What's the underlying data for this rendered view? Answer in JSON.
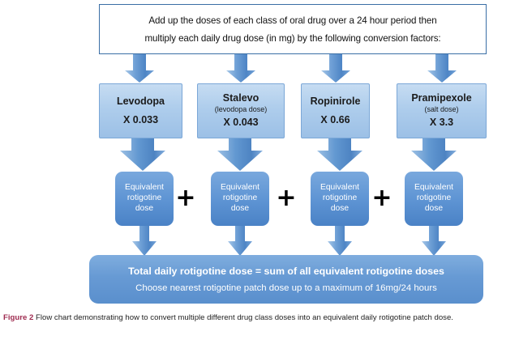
{
  "figure": {
    "top_box": {
      "line1": "Add up the doses of each class of oral drug over a 24 hour period then",
      "line2": "multiply each daily drug dose (in mg) by the following conversion factors:"
    },
    "drugs": [
      {
        "name": "Levodopa",
        "sub": "",
        "factor": "X 0.033"
      },
      {
        "name": "Stalevo",
        "sub": "(levodopa dose)",
        "factor": "X 0.043"
      },
      {
        "name": "Ropinirole",
        "sub": "",
        "factor": "X 0.66"
      },
      {
        "name": "Pramipexole",
        "sub": "(salt dose)",
        "factor": "X 3.3"
      }
    ],
    "equivalent_boxes": [
      {
        "line1": "Equivalent",
        "line2": "rotigotine",
        "line3": "dose"
      },
      {
        "line1": "Equivalent",
        "line2": "rotigotine",
        "line3": "dose"
      },
      {
        "line1": "Equivalent",
        "line2": "rotigotine",
        "line3": "dose"
      },
      {
        "line1": "Equivalent",
        "line2": "rotigotine",
        "line3": "dose"
      }
    ],
    "operators": [
      {
        "symbol": "+"
      },
      {
        "symbol": "+"
      },
      {
        "symbol": "+"
      }
    ],
    "total_box": {
      "line1": "Total daily rotigotine dose = sum of all equivalent rotigotine doses",
      "line2": "Choose nearest rotigotine  patch dose up to a maximum of 16mg/24 hours"
    },
    "colors": {
      "top_box_border": "#3a6ea5",
      "drug_box_fill": "#aecdec",
      "equivalent_box_fill": "#5f95d4",
      "total_box_fill": "#679ad4",
      "arrow_fill": "#5b93cf",
      "plus_sign": "#000000",
      "caption_label": "#9e2a4f"
    }
  },
  "caption": {
    "label": "Figure 2",
    "text": "Flow chart demonstrating how to convert multiple different drug class doses into an equivalent daily rotigotine patch dose."
  }
}
